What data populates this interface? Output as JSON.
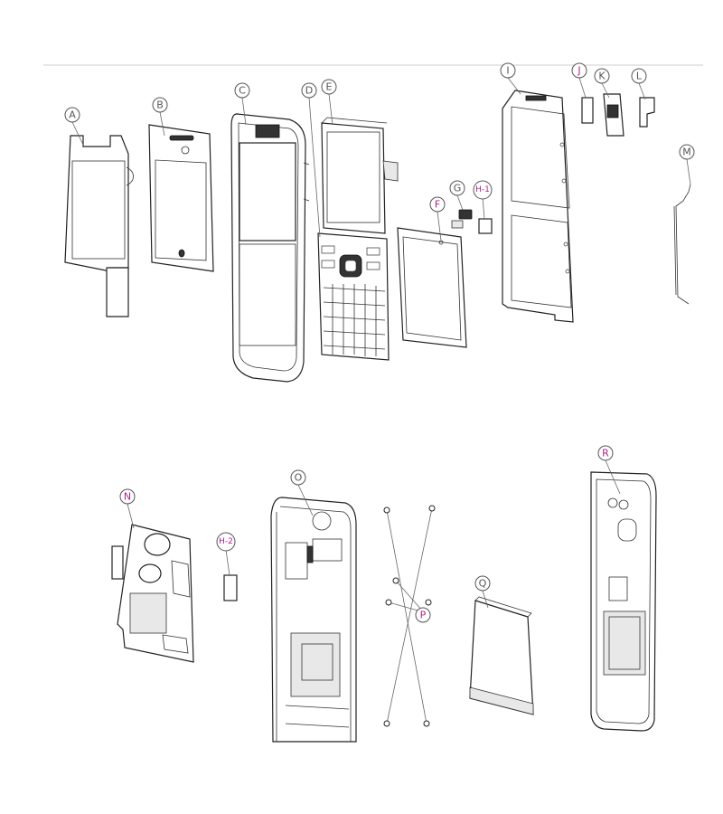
{
  "callouts": [
    {
      "id": "A",
      "label": "A",
      "color": "#555555"
    },
    {
      "id": "B",
      "label": "B",
      "color": "#555555"
    },
    {
      "id": "C",
      "label": "C",
      "color": "#555555"
    },
    {
      "id": "D",
      "label": "D",
      "color": "#555555"
    },
    {
      "id": "E",
      "label": "E",
      "color": "#555555"
    },
    {
      "id": "F",
      "label": "F",
      "color": "#b0208a"
    },
    {
      "id": "G",
      "label": "G",
      "color": "#555555"
    },
    {
      "id": "H1",
      "label": "H-1",
      "color": "#b0208a"
    },
    {
      "id": "I",
      "label": "I",
      "color": "#555555"
    },
    {
      "id": "J",
      "label": "J",
      "color": "#b0208a"
    },
    {
      "id": "K",
      "label": "K",
      "color": "#555555"
    },
    {
      "id": "L",
      "label": "L",
      "color": "#555555"
    },
    {
      "id": "M",
      "label": "M",
      "color": "#555555"
    },
    {
      "id": "N",
      "label": "N",
      "color": "#b0208a"
    },
    {
      "id": "H2",
      "label": "H-2",
      "color": "#b0208a"
    },
    {
      "id": "O",
      "label": "O",
      "color": "#555555"
    },
    {
      "id": "P",
      "label": "P",
      "color": "#b0208a"
    },
    {
      "id": "Q",
      "label": "Q",
      "color": "#555555"
    },
    {
      "id": "R",
      "label": "R",
      "color": "#b0208a"
    }
  ]
}
